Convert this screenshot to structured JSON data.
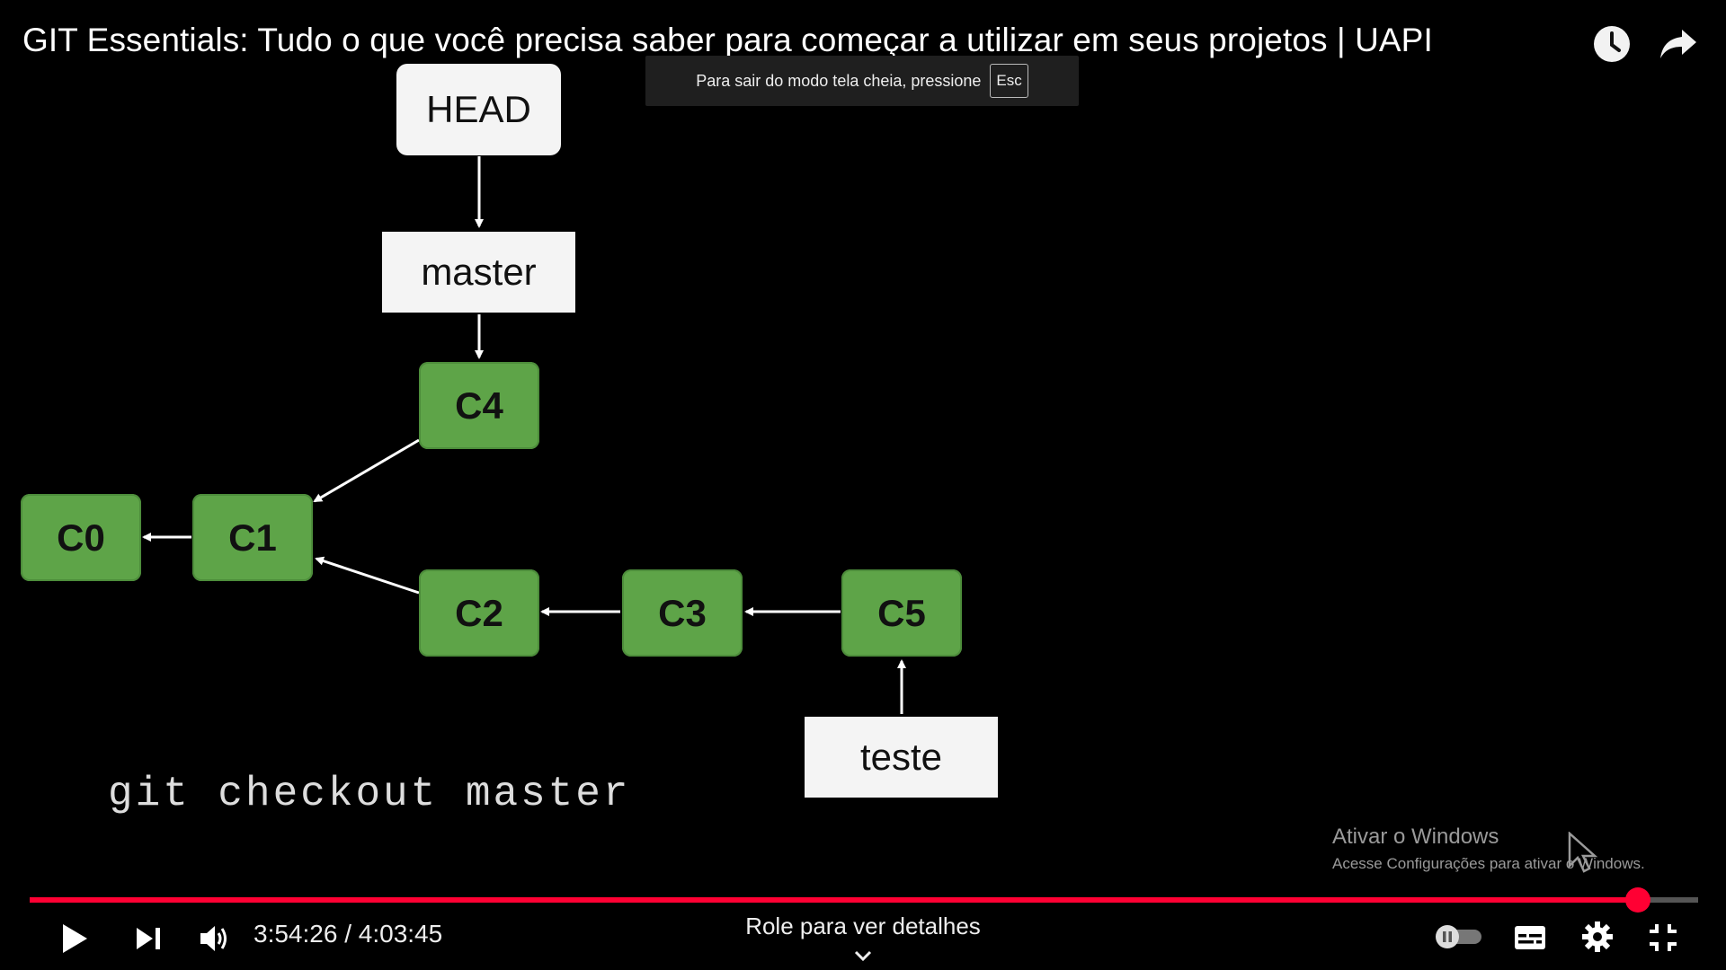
{
  "video": {
    "title": "GIT Essentials: Tudo o que você precisa saber para começar a utilizar em seus projetos | UAPI",
    "top_icons": [
      "clock-icon",
      "share-icon"
    ],
    "fullscreen_notice": {
      "text": "Para sair do modo tela cheia, pressione",
      "key": "Esc"
    }
  },
  "diagram": {
    "head_label": "HEAD",
    "master_label": "master",
    "teste_label": "teste",
    "commits": {
      "c0": "C0",
      "c1": "C1",
      "c2": "C2",
      "c3": "C3",
      "c4": "C4",
      "c5": "C5"
    },
    "command": "git checkout master",
    "colors": {
      "commit_fill": "#5ea448",
      "ref_fill": "#f4f4f4",
      "arrow": "#ffffff"
    }
  },
  "watermark": {
    "title": "Ativar o Windows",
    "subtitle": "Acesse Configurações para ativar o Windows."
  },
  "player": {
    "current_time": "3:54:26",
    "separator": "/",
    "duration": "4:03:45",
    "progress_fraction": 0.9641,
    "progress_color": "#ff0033",
    "scroll_hint": "Role para ver detalhes",
    "controls": [
      "play-icon",
      "next-icon",
      "volume-icon",
      "autoplay-toggle",
      "subtitles-icon",
      "settings-gear-icon",
      "exit-fullscreen-icon"
    ]
  }
}
